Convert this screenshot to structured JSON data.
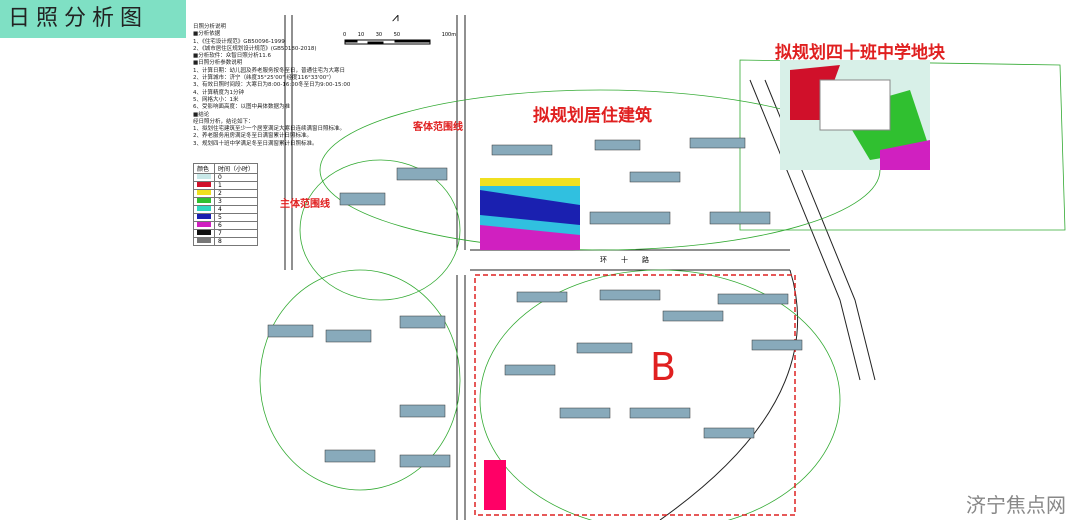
{
  "title": "日照分析图",
  "notes": "日照分析说明\n■分析依据\n1、《住宅设计规范》GB50096-1999\n2、《城市居住区规划设计规范》(GB50180-2018)\n■分析软件：众智日照分析11.6\n■日照分析参数说明\n1、计算日期：幼儿园及养老服务按冬至日，普通住宅为大寒日\n2、计算城市：济宁（纬度35°25'00\" 经度116°33'00\"）\n3、有效日照时间段：大寒日为8:00-16:00冬至日为9:00-15:00\n4、计算精度为1分钟\n5、网格大小：1米\n6、受影响面高度：以图中具体数据为准\n■结论\n经日照分析，结论如下：\n1、拟划住宅建筑至少一个居室满足大寒日连续满窗日照标准。\n2、养老服务用房满足冬至日满窗累计日照标准。\n3、规划四十班中学满足冬至日满窗累计日照标准。",
  "scale": {
    "ticks": [
      "0",
      "10",
      "30",
      "50",
      "100m"
    ]
  },
  "legend": {
    "headers": [
      "颜色",
      "时间（小时）"
    ],
    "rows": [
      {
        "color": "#c8e8e8",
        "value": "0"
      },
      {
        "color": "#d0102a",
        "value": "1"
      },
      {
        "color": "#f0e020",
        "value": "2"
      },
      {
        "color": "#30c030",
        "value": "3"
      },
      {
        "color": "#30d8c0",
        "value": "4"
      },
      {
        "color": "#1a20b0",
        "value": "5"
      },
      {
        "color": "#d020c0",
        "value": "6"
      },
      {
        "color": "#111111",
        "value": "7"
      },
      {
        "color": "#777777",
        "value": "8"
      }
    ]
  },
  "labels": {
    "object_range": "客体范围线",
    "subject_range": "主体范围线",
    "residential": "拟规划居住建筑",
    "school": "拟规划四十班中学地块",
    "plot": "B",
    "road": "环十路"
  },
  "watermark": "济宁焦点网"
}
